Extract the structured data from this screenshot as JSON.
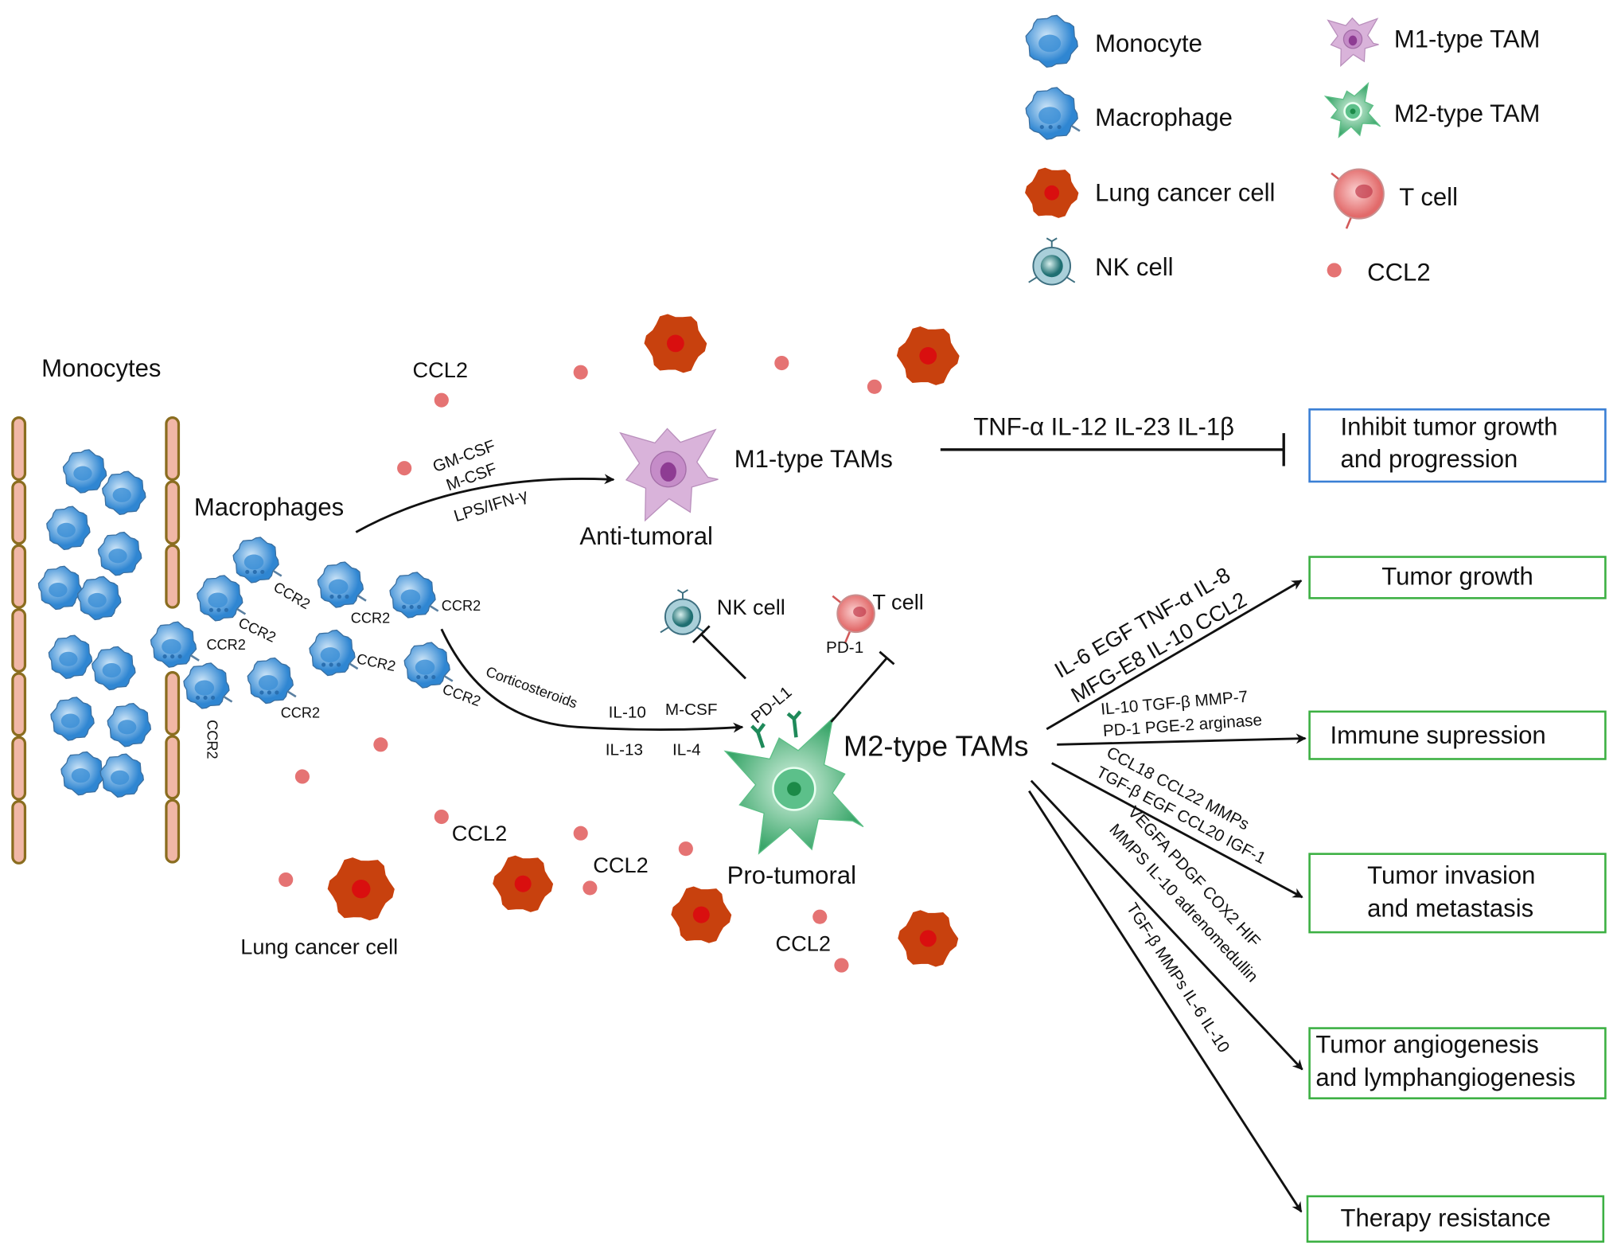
{
  "legend": {
    "items": [
      {
        "label": "Monocyte",
        "icon": "monocyte-icon"
      },
      {
        "label": "Macrophage",
        "icon": "macrophage-icon"
      },
      {
        "label": "Lung cancer cell",
        "icon": "lung-cancer-cell-icon"
      },
      {
        "label": "NK cell",
        "icon": "nk-cell-icon"
      },
      {
        "label": "M1-type TAM",
        "icon": "m1-tam-icon"
      },
      {
        "label": "M2-type TAM",
        "icon": "m2-tam-icon"
      },
      {
        "label": "T cell",
        "icon": "t-cell-icon"
      },
      {
        "label": "CCL2",
        "icon": "ccl2-dot-icon"
      }
    ]
  },
  "labels": {
    "monocytes": "Monocytes",
    "macrophages": "Macrophages",
    "ccl2": "CCL2",
    "ccr2": "CCR2",
    "m1_tams": "M1-type TAMs",
    "anti_tumoral": "Anti-tumoral",
    "m2_tams": "M2-type TAMs",
    "pro_tumoral": "Pro-tumoral",
    "nk_cell": "NK cell",
    "t_cell": "T cell",
    "pd1": "PD-1",
    "pdl1": "PD-L1",
    "lung_cancer_cell": "Lung cancer cell"
  },
  "m1_stimuli": {
    "line1": "GM-CSF",
    "line2": "M-CSF",
    "line3": "LPS/IFN-γ"
  },
  "m2_stimuli": {
    "corticosteroids": "Corticosteroids",
    "il10": "IL-10",
    "mcsf": "M-CSF",
    "il13": "IL-13",
    "il4": "IL-4"
  },
  "m1_cytokines": "TNF-α IL-12 IL-23 IL-1β",
  "outcomes": {
    "inhibit": {
      "line1": "Inhibit tumor growth",
      "line2": "and progression"
    },
    "growth": {
      "line1": "Tumor growth",
      "factors1": "IL-6 EGF TNF-α IL-8",
      "factors2": "MFG-E8 IL-10 CCL2"
    },
    "immune": {
      "line1": "Immune supression",
      "factors1": "IL-10 TGF-β MMP-7",
      "factors2": "PD-1 PGE-2 arginase"
    },
    "invasion": {
      "line1": "Tumor invasion",
      "line2": "and metastasis",
      "factors1": "CCL18 CCL22 MMPs",
      "factors2": "TGF-β EGF CCL20 IGF-1"
    },
    "angiogenesis": {
      "line1": "Tumor angiogenesis",
      "line2": "and lymphangiogenesis",
      "factors1": "VEGFA PDGF COX2 HIF",
      "factors2": "MMPS IL-10 adrenomedullin"
    },
    "therapy": {
      "line1": "Therapy resistance",
      "factors1": "TGF-β MMPs IL-6 IL-10"
    }
  },
  "colors": {
    "inhibit_box": "#3a7fd5",
    "outcome_box": "#3cb043",
    "monocyte": "#3b8fd6",
    "cancer": "#c8410e",
    "ccl2": "#e57373",
    "m1": "#d9b3da",
    "m2": "#3aa66a",
    "vessel": "#8a6d1f"
  }
}
